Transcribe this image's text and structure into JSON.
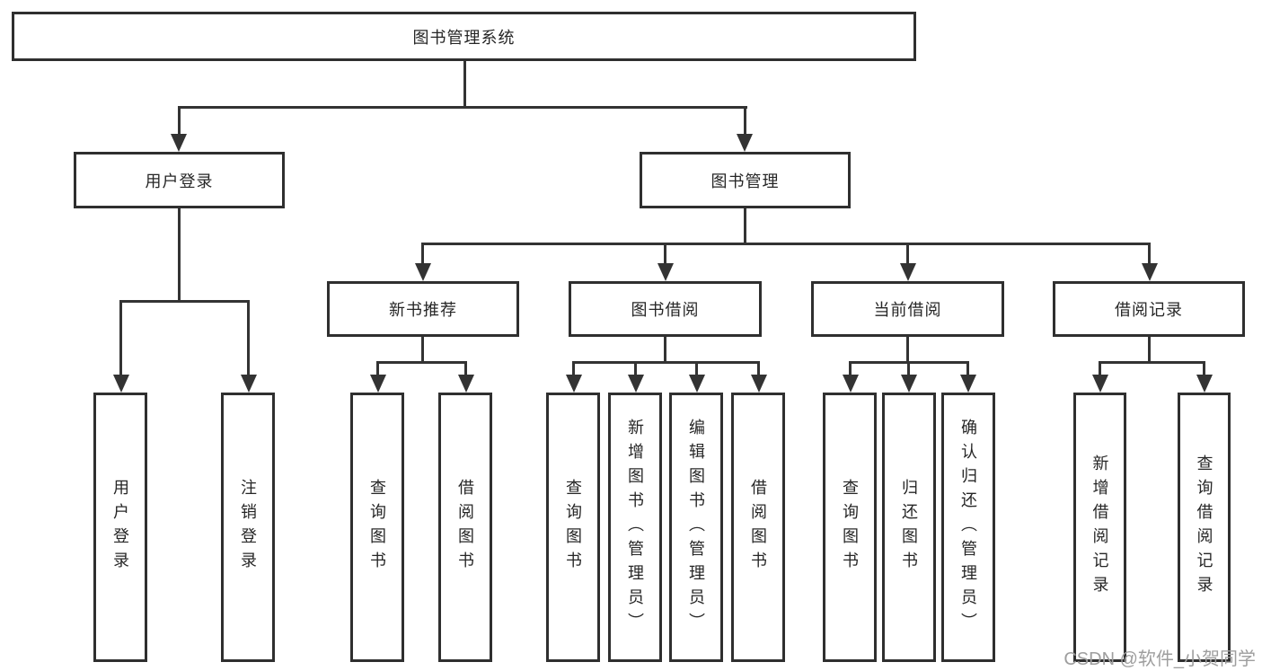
{
  "diagram": {
    "root": {
      "label": "图书管理系统"
    },
    "branches": [
      {
        "label": "用户登录",
        "children": [
          {
            "label": "用户登录"
          },
          {
            "label": "注销登录"
          }
        ]
      },
      {
        "label": "图书管理",
        "children": [
          {
            "label": "新书推荐",
            "children": [
              {
                "label": "查询图书"
              },
              {
                "label": "借阅图书"
              }
            ]
          },
          {
            "label": "图书借阅",
            "children": [
              {
                "label": "查询图书"
              },
              {
                "label": "新增图书（管理员）"
              },
              {
                "label": "编辑图书（管理员）"
              },
              {
                "label": "借阅图书"
              }
            ]
          },
          {
            "label": "当前借阅",
            "children": [
              {
                "label": "查询图书"
              },
              {
                "label": "归还图书"
              },
              {
                "label": "确认归还（管理员）"
              }
            ]
          },
          {
            "label": "借阅记录",
            "children": [
              {
                "label": "新增借阅记录"
              },
              {
                "label": "查询借阅记录"
              }
            ]
          }
        ]
      }
    ]
  },
  "watermark": {
    "text": "CSDN @软件_小贺同学"
  },
  "colors": {
    "line": "#333333",
    "box_border": "#2f2f2f",
    "text": "#262626",
    "watermark": "#9e9e9e",
    "background": "#ffffff"
  }
}
